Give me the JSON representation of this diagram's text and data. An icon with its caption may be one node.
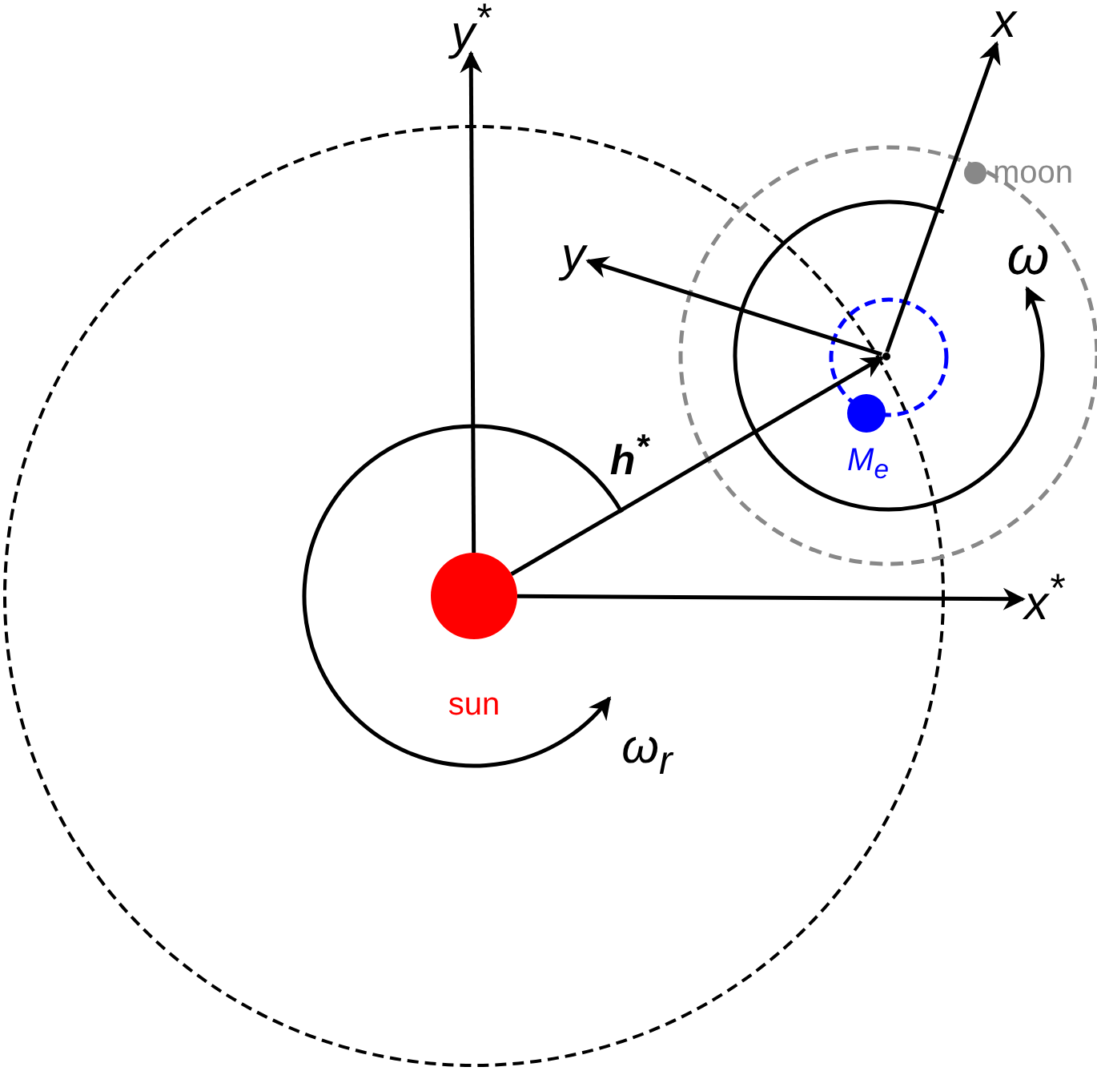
{
  "diagram": {
    "nodes": [
      {
        "text": [],
        "shape": "circle",
        "beside": [
          "sun"
        ]
      },
      {
        "text": [
          "x$^{*}$"
        ]
      },
      {
        "text": [
          "y$^{*}$"
        ]
      },
      {
        "text": [
          "x"
        ]
      },
      {
        "text": [
          "y"
        ]
      },
      {
        "text": [],
        "shape": "circle",
        "beside": [
          "moon"
        ]
      },
      {
        "text": [],
        "shape": "circle",
        "beside": [
          "M$_{e}$"
        ]
      },
      {
        "text": [],
        "shape": "circle"
      }
    ],
    "edges": [
      {
        "from": 0,
        "to": 1,
        "arrow": "to"
      },
      {
        "from": 0,
        "to": 2,
        "arrow": "to"
      },
      {
        "from": 0,
        "to": 7,
        "arrow": "to",
        "label": "h$^{*}$"
      },
      {
        "from": 7,
        "to": 3,
        "arrow": "to"
      },
      {
        "from": 7,
        "to": 4,
        "arrow": "to"
      }
    ],
    "labels": [
      "ω",
      "ω$_{r}$"
    ]
  }
}
